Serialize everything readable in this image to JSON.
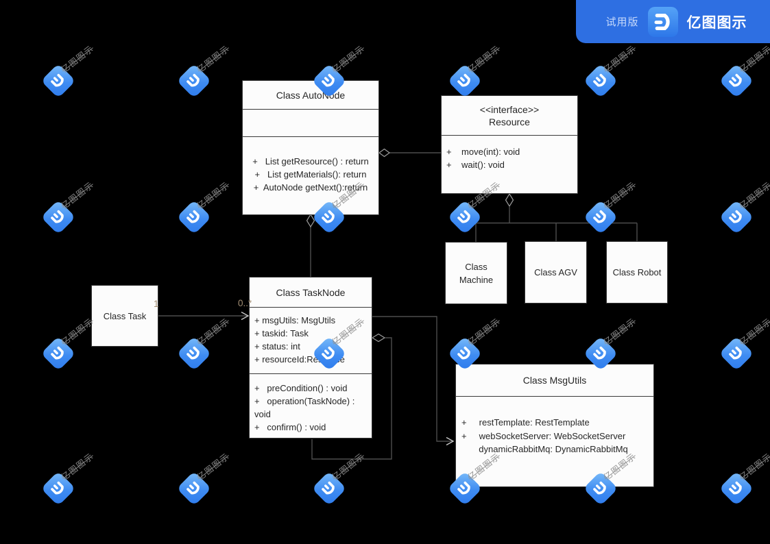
{
  "banner": {
    "trial_label": "试用版",
    "brand": "亿图图示"
  },
  "watermark": {
    "text": "亿图图示"
  },
  "colors": {
    "canvas_bg": "#000000",
    "banner_blue": "#2e6fe2",
    "watermark_blue": "#2e7bec",
    "box_fill": "#fcfcfc",
    "connector_gray": "#4d4d4d",
    "multiplicity_label": "#a28e74"
  },
  "diagram": {
    "classes": {
      "auto_node": {
        "title": "Class AutoNode",
        "attributes": [],
        "methods": [
          "+   List getResource() : return",
          "+   List getMaterials(): return",
          "+  AutoNode getNext():return"
        ]
      },
      "resource": {
        "stereotype": "<<interface>>",
        "title": "Resource",
        "methods": [
          "+    move(int): void",
          "+    wait(): void"
        ]
      },
      "machine": {
        "title": "Class Machine"
      },
      "agv": {
        "title": "Class AGV"
      },
      "robot": {
        "title": "Class Robot"
      },
      "task": {
        "title": "Class Task"
      },
      "task_node": {
        "title": "Class TaskNode",
        "attributes": [
          "+ msgUtils: MsgUtils",
          "+ taskid: Task",
          "+ status: int",
          "+ resourceId:Resource"
        ],
        "methods": [
          "+   preCondition() : void",
          "+   operation(TaskNode) : void",
          "+   confirm() : void"
        ]
      },
      "msg_utils": {
        "title": "Class MsgUtils",
        "attributes": [
          "+     restTemplate: RestTemplate",
          "+     webSocketServer: WebSocketServer",
          "       dynamicRabbitMq: DynamicRabbitMq"
        ]
      }
    },
    "edge_labels": {
      "task_multiplicity": "1",
      "tasknode_multiplicity": "0..*"
    }
  }
}
